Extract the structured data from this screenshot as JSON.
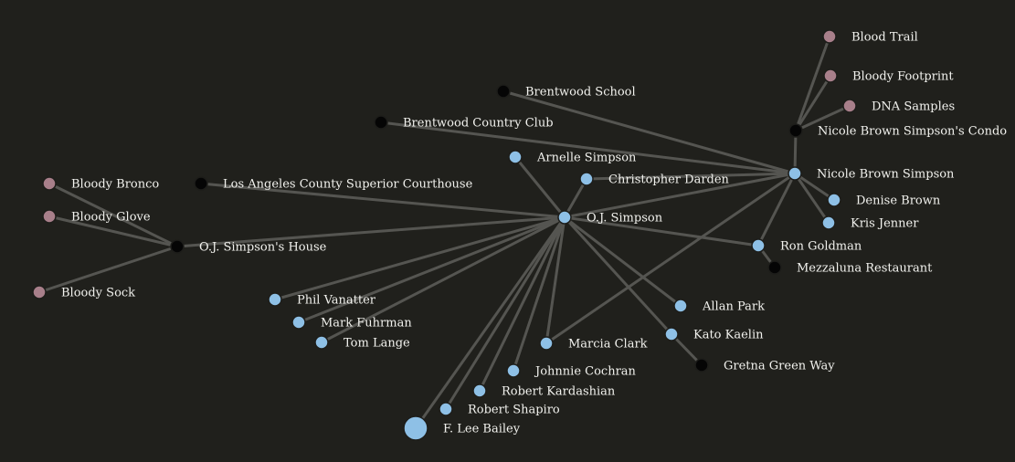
{
  "colors": {
    "background": "#20201c",
    "edge": "#555551",
    "person": "#8ec0e6",
    "place": "#050505",
    "evidence": "#a87f8a",
    "label": "#f2f2ee"
  },
  "nodes": [
    {
      "id": "oj",
      "label": "O.J. Simpson",
      "kind": "person",
      "size": "medium"
    },
    {
      "id": "nicole",
      "label": "Nicole Brown Simpson",
      "kind": "person",
      "size": "medium"
    },
    {
      "id": "condo",
      "label": "Nicole Brown Simpson's Condo",
      "kind": "place",
      "size": "medium"
    },
    {
      "id": "blood_trail",
      "label": "Blood Trail",
      "kind": "evidence",
      "size": "medium"
    },
    {
      "id": "bloody_footprint",
      "label": "Bloody Footprint",
      "kind": "evidence",
      "size": "medium"
    },
    {
      "id": "dna",
      "label": "DNA Samples",
      "kind": "evidence",
      "size": "medium"
    },
    {
      "id": "school",
      "label": "Brentwood School",
      "kind": "place",
      "size": "medium"
    },
    {
      "id": "country_club",
      "label": "Brentwood Country Club",
      "kind": "place",
      "size": "medium"
    },
    {
      "id": "arnelle",
      "label": "Arnelle Simpson",
      "kind": "person",
      "size": "medium"
    },
    {
      "id": "darden",
      "label": "Christopher Darden",
      "kind": "person",
      "size": "medium"
    },
    {
      "id": "courthouse",
      "label": "Los Angeles County Superior Courthouse",
      "kind": "place",
      "size": "medium"
    },
    {
      "id": "oj_house",
      "label": "O.J. Simpson's House",
      "kind": "place",
      "size": "medium"
    },
    {
      "id": "bronco",
      "label": "Bloody Bronco",
      "kind": "evidence",
      "size": "medium"
    },
    {
      "id": "glove",
      "label": "Bloody Glove",
      "kind": "evidence",
      "size": "medium"
    },
    {
      "id": "sock",
      "label": "Bloody Sock",
      "kind": "evidence",
      "size": "medium"
    },
    {
      "id": "denise",
      "label": "Denise Brown",
      "kind": "person",
      "size": "medium"
    },
    {
      "id": "kris",
      "label": "Kris Jenner",
      "kind": "person",
      "size": "medium"
    },
    {
      "id": "ron",
      "label": "Ron Goldman",
      "kind": "person",
      "size": "medium"
    },
    {
      "id": "mezzaluna",
      "label": "Mezzaluna Restaurant",
      "kind": "place",
      "size": "medium"
    },
    {
      "id": "allan",
      "label": "Allan Park",
      "kind": "person",
      "size": "medium"
    },
    {
      "id": "kato",
      "label": "Kato Kaelin",
      "kind": "person",
      "size": "medium"
    },
    {
      "id": "gretna",
      "label": "Gretna Green Way",
      "kind": "place",
      "size": "medium"
    },
    {
      "id": "clark",
      "label": "Marcia Clark",
      "kind": "person",
      "size": "medium"
    },
    {
      "id": "cochran",
      "label": "Johnnie Cochran",
      "kind": "person",
      "size": "medium"
    },
    {
      "id": "kardashian",
      "label": "Robert Kardashian",
      "kind": "person",
      "size": "medium"
    },
    {
      "id": "shapiro",
      "label": "Robert Shapiro",
      "kind": "person",
      "size": "medium"
    },
    {
      "id": "bailey",
      "label": "F. Lee Bailey",
      "kind": "person",
      "size": "large"
    },
    {
      "id": "vanatter",
      "label": "Phil Vanatter",
      "kind": "person",
      "size": "medium"
    },
    {
      "id": "fuhrman",
      "label": "Mark Fuhrman",
      "kind": "person",
      "size": "medium"
    },
    {
      "id": "lange",
      "label": "Tom Lange",
      "kind": "person",
      "size": "medium"
    }
  ],
  "edges": [
    [
      "oj",
      "nicole"
    ],
    [
      "oj",
      "arnelle"
    ],
    [
      "oj",
      "darden"
    ],
    [
      "oj",
      "courthouse"
    ],
    [
      "oj",
      "oj_house"
    ],
    [
      "oj",
      "ron"
    ],
    [
      "oj",
      "allan"
    ],
    [
      "oj",
      "kato"
    ],
    [
      "oj",
      "clark"
    ],
    [
      "oj",
      "cochran"
    ],
    [
      "oj",
      "kardashian"
    ],
    [
      "oj",
      "shapiro"
    ],
    [
      "oj",
      "bailey"
    ],
    [
      "oj",
      "vanatter"
    ],
    [
      "oj",
      "fuhrman"
    ],
    [
      "oj",
      "lange"
    ],
    [
      "nicole",
      "condo"
    ],
    [
      "nicole",
      "school"
    ],
    [
      "nicole",
      "country_club"
    ],
    [
      "nicole",
      "darden"
    ],
    [
      "nicole",
      "denise"
    ],
    [
      "nicole",
      "kris"
    ],
    [
      "nicole",
      "ron"
    ],
    [
      "nicole",
      "clark"
    ],
    [
      "condo",
      "blood_trail"
    ],
    [
      "condo",
      "bloody_footprint"
    ],
    [
      "condo",
      "dna"
    ],
    [
      "oj_house",
      "bronco"
    ],
    [
      "oj_house",
      "glove"
    ],
    [
      "oj_house",
      "sock"
    ],
    [
      "ron",
      "mezzaluna"
    ],
    [
      "kato",
      "gretna"
    ]
  ]
}
